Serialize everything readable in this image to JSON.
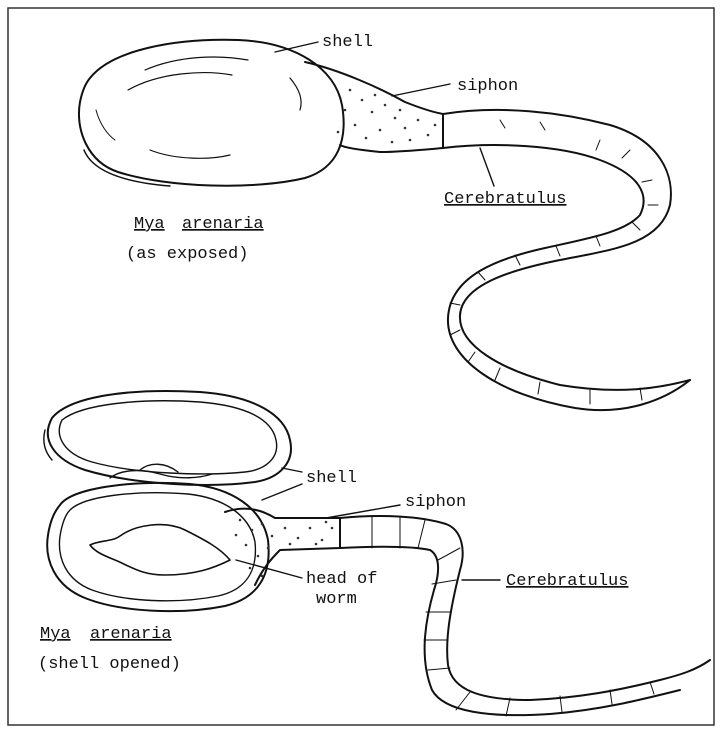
{
  "figure": {
    "top": {
      "shell_label": "shell",
      "siphon_label": "siphon",
      "worm_label": "Cerebratulus",
      "species_genus": "Mya",
      "species_epithet": "arenaria",
      "caption": "(as exposed)"
    },
    "bottom": {
      "shell_label": "shell",
      "siphon_label": "siphon",
      "worm_label": "Cerebratulus",
      "head_label_line1": "head of",
      "head_label_line2": "worm",
      "species_genus": "Mya",
      "species_epithet": "arenaria",
      "caption": "(shell opened)"
    }
  }
}
